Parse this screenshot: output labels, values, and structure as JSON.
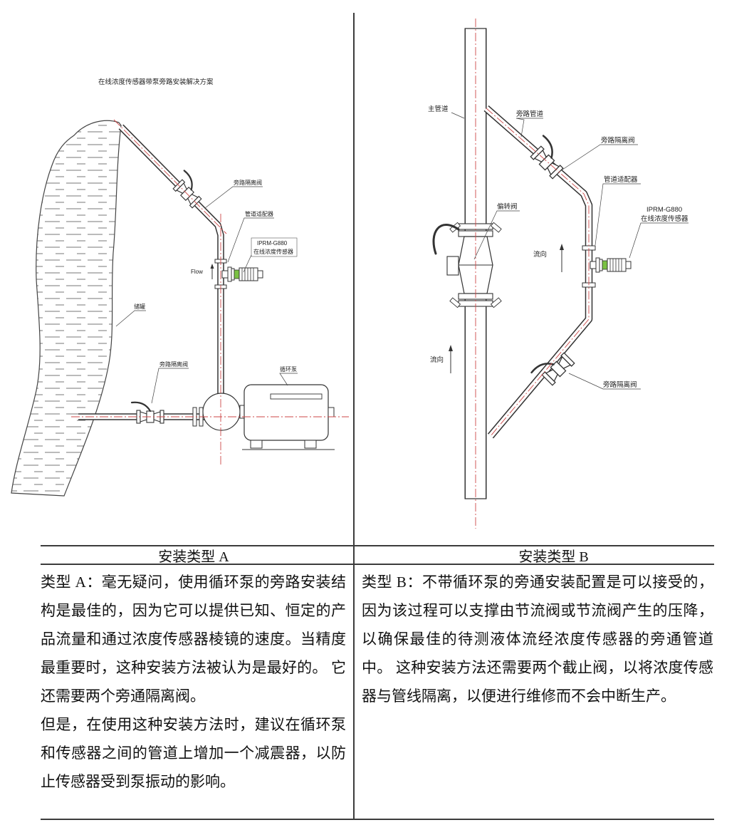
{
  "page": {
    "caption_a": "安装类型 A",
    "caption_b": "安装类型 B"
  },
  "diagram_a": {
    "title": "在线浓度传感器带泵旁路安装解决方案",
    "labels": {
      "bypass_valve_top": "旁路隔离阀",
      "pipe_adapter": "管道适配器",
      "sensor_model": "IPRM-G880",
      "sensor_name": "在线浓度传感器",
      "flow": "Flow",
      "tank": "储罐",
      "bypass_valve_bottom": "旁路隔离阀",
      "pump": "循环泵"
    }
  },
  "diagram_b": {
    "labels": {
      "main_pipe": "主管道",
      "bypass_pipe": "旁路管道",
      "bypass_valve_top": "旁路隔离阀",
      "pipe_adapter": "管道适配器",
      "sensor_model": "IPRM-G880",
      "sensor_name": "在线浓度传感器",
      "deflect_valve": "偏转阀",
      "flow_right": "流向",
      "flow_left": "流向",
      "bypass_valve_bottom": "旁路隔离阀"
    }
  },
  "description_a": {
    "para1": "类型 A：毫无疑问，使用循环泵的旁路安装结构是最佳的，因为它可以提供已知、恒定的产品流量和通过浓度传感器棱镜的速度。当精度最重要时，这种安装方法被认为是最好的。 它还需要两个旁通隔离阀。",
    "para2": "但是，在使用这种安装方法时，建议在循环泵和传感器之间的管道上增加一个减震器，以防止传感器受到泵振动的影响。"
  },
  "description_b": {
    "para1": "类型 B：不带循环泵的旁通安装配置是可以接受的，因为该过程可以支撑由节流阀或节流阀产生的压降，以确保最佳的待测液体流经浓度传感器的旁通管道中。 这种安装方法还需要两个截止阀，以将浓度传感器与管线隔离，以便进行维修而不会中断生产。"
  }
}
